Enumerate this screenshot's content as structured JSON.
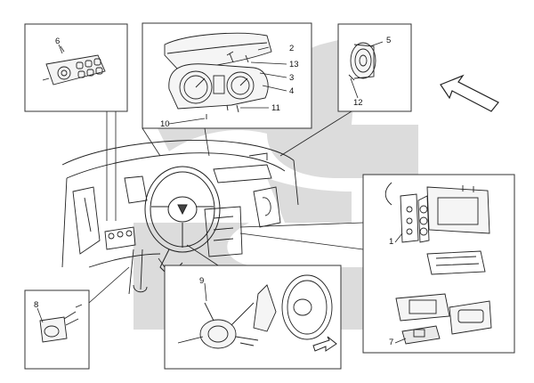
{
  "callouts": {
    "c1": "1",
    "c2": "2",
    "c3": "3",
    "c4": "4",
    "c5": "5",
    "c6": "6",
    "c7": "7",
    "c8": "8",
    "c9": "9",
    "c10": "10",
    "c11": "11",
    "c12": "12",
    "c13": "13"
  },
  "colors": {
    "line": "#222222",
    "watermark": "#d9d9d9",
    "panel_border": "#333333"
  },
  "icons": {
    "direction_arrow": "hollow-arrow-up-left",
    "small_arrow": "hollow-arrow-down-right"
  }
}
